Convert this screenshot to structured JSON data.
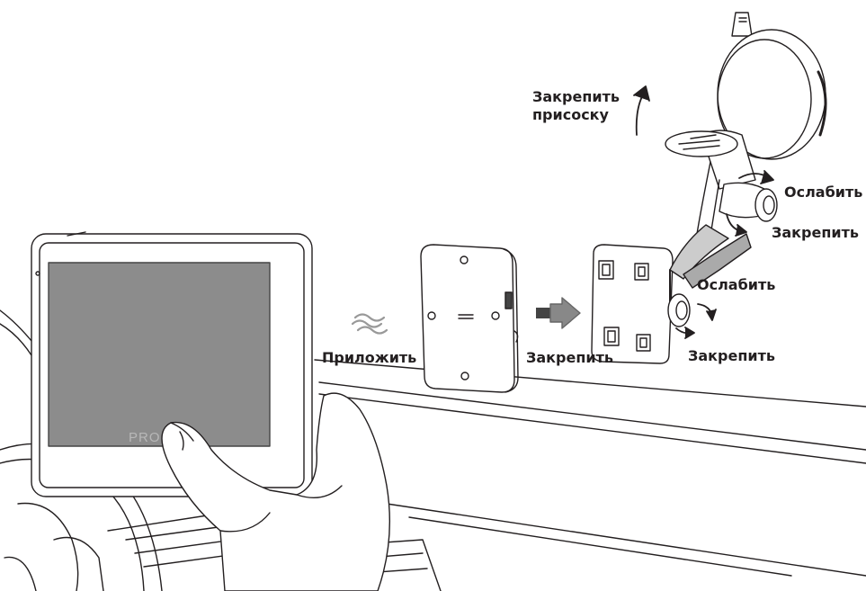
{
  "labels": {
    "secure_suction": "Закрепить\nприсоску",
    "loosen_top": "Ослабить",
    "tighten_top": "Закрепить",
    "loosen_bottom": "Ослабить",
    "tighten_bottom": "Закрепить",
    "tighten_plate": "Закрепить",
    "attach": "Приложить"
  },
  "device": {
    "brand": "PRO"
  },
  "colors": {
    "line": "#231f20",
    "arrow_fill": "#555555",
    "screen": "#8c8c8c"
  }
}
